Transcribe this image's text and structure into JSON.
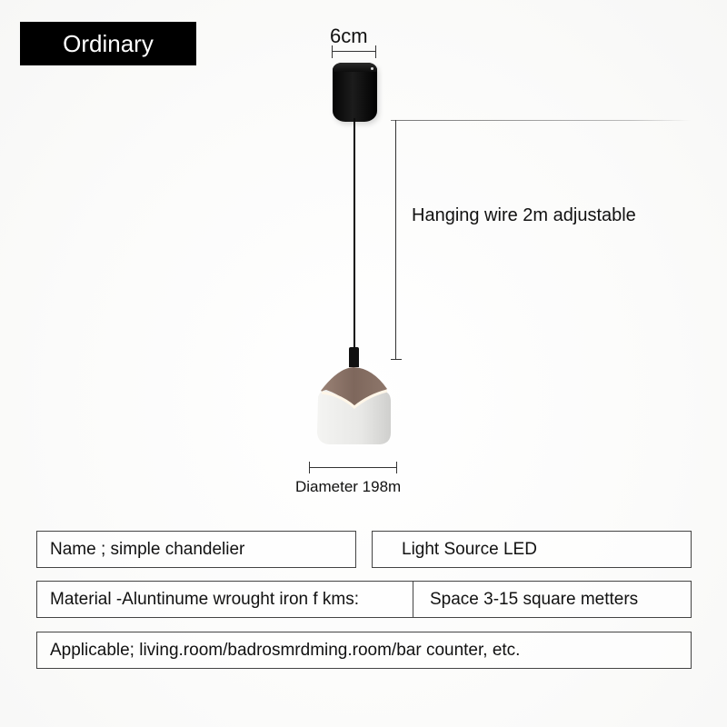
{
  "badge": {
    "label": "Ordinary"
  },
  "dimensions": {
    "canopy_width": "6cm",
    "hanging_wire": "Hanging wire 2m adjustable",
    "diameter": "Diameter 198m"
  },
  "product": {
    "canopy_color": "#0a0a0a",
    "shade_top_color": "#8c7468",
    "shade_bottom_color": "#eeeeec"
  },
  "specs": {
    "name": "Name ; simple chandelier",
    "light_source": "Light Source  LED",
    "material": "Material -Aluntinume wrought iron f kms:",
    "space": "Space 3-15 square metters",
    "applicable": "Applicable; living.room/badrosmrdming.room/bar counter, etc."
  }
}
